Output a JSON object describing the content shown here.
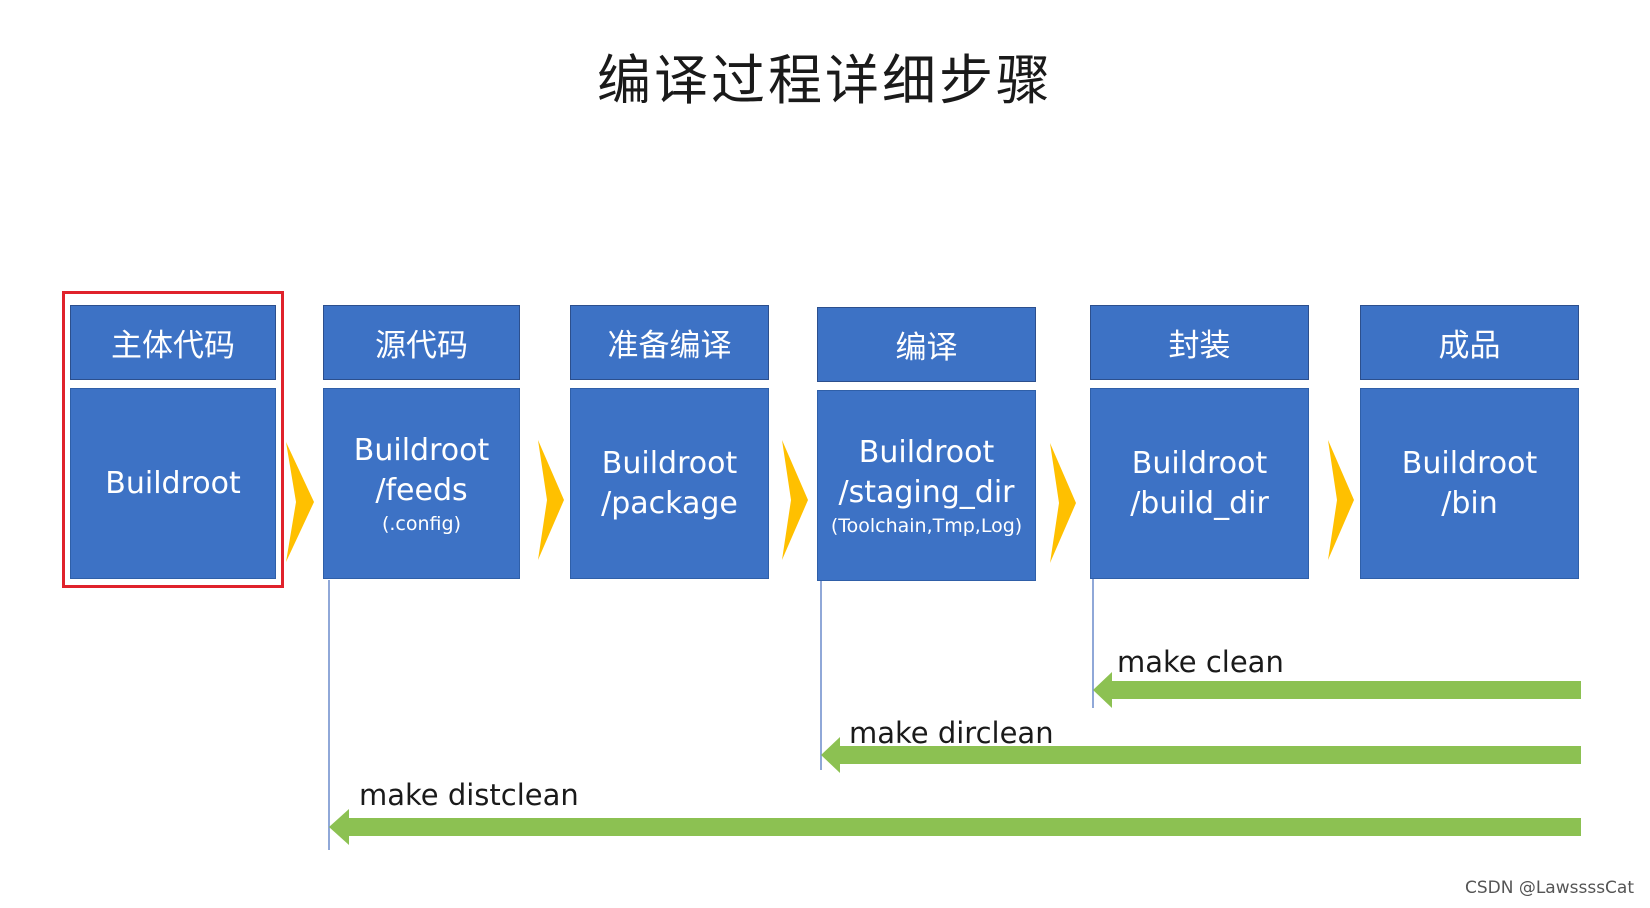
{
  "title": "编译过程详细步骤",
  "stages": [
    {
      "header": "主体代码",
      "lines": [
        "Buildroot"
      ],
      "note": ""
    },
    {
      "header": "源代码",
      "lines": [
        "Buildroot",
        "/feeds"
      ],
      "note": "(.config)"
    },
    {
      "header": "准备编译",
      "lines": [
        "Buildroot",
        "/package"
      ],
      "note": ""
    },
    {
      "header": "编译",
      "lines": [
        "Buildroot",
        "/staging_dir"
      ],
      "note": "(Toolchain,Tmp,Log)"
    },
    {
      "header": "封装",
      "lines": [
        "Buildroot",
        "/build_dir"
      ],
      "note": ""
    },
    {
      "header": "成品",
      "lines": [
        "Buildroot",
        "/bin"
      ],
      "note": ""
    }
  ],
  "clean_commands": [
    {
      "label": "make clean"
    },
    {
      "label": "make dirclean"
    },
    {
      "label": "make distclean"
    }
  ],
  "watermark": "CSDN @LawssssCat",
  "colors": {
    "box": "#3d72c5",
    "highlight": "#e0222b",
    "chevron": "#ffc000",
    "arrow": "#8cc152",
    "connector": "#6c8ccc"
  }
}
